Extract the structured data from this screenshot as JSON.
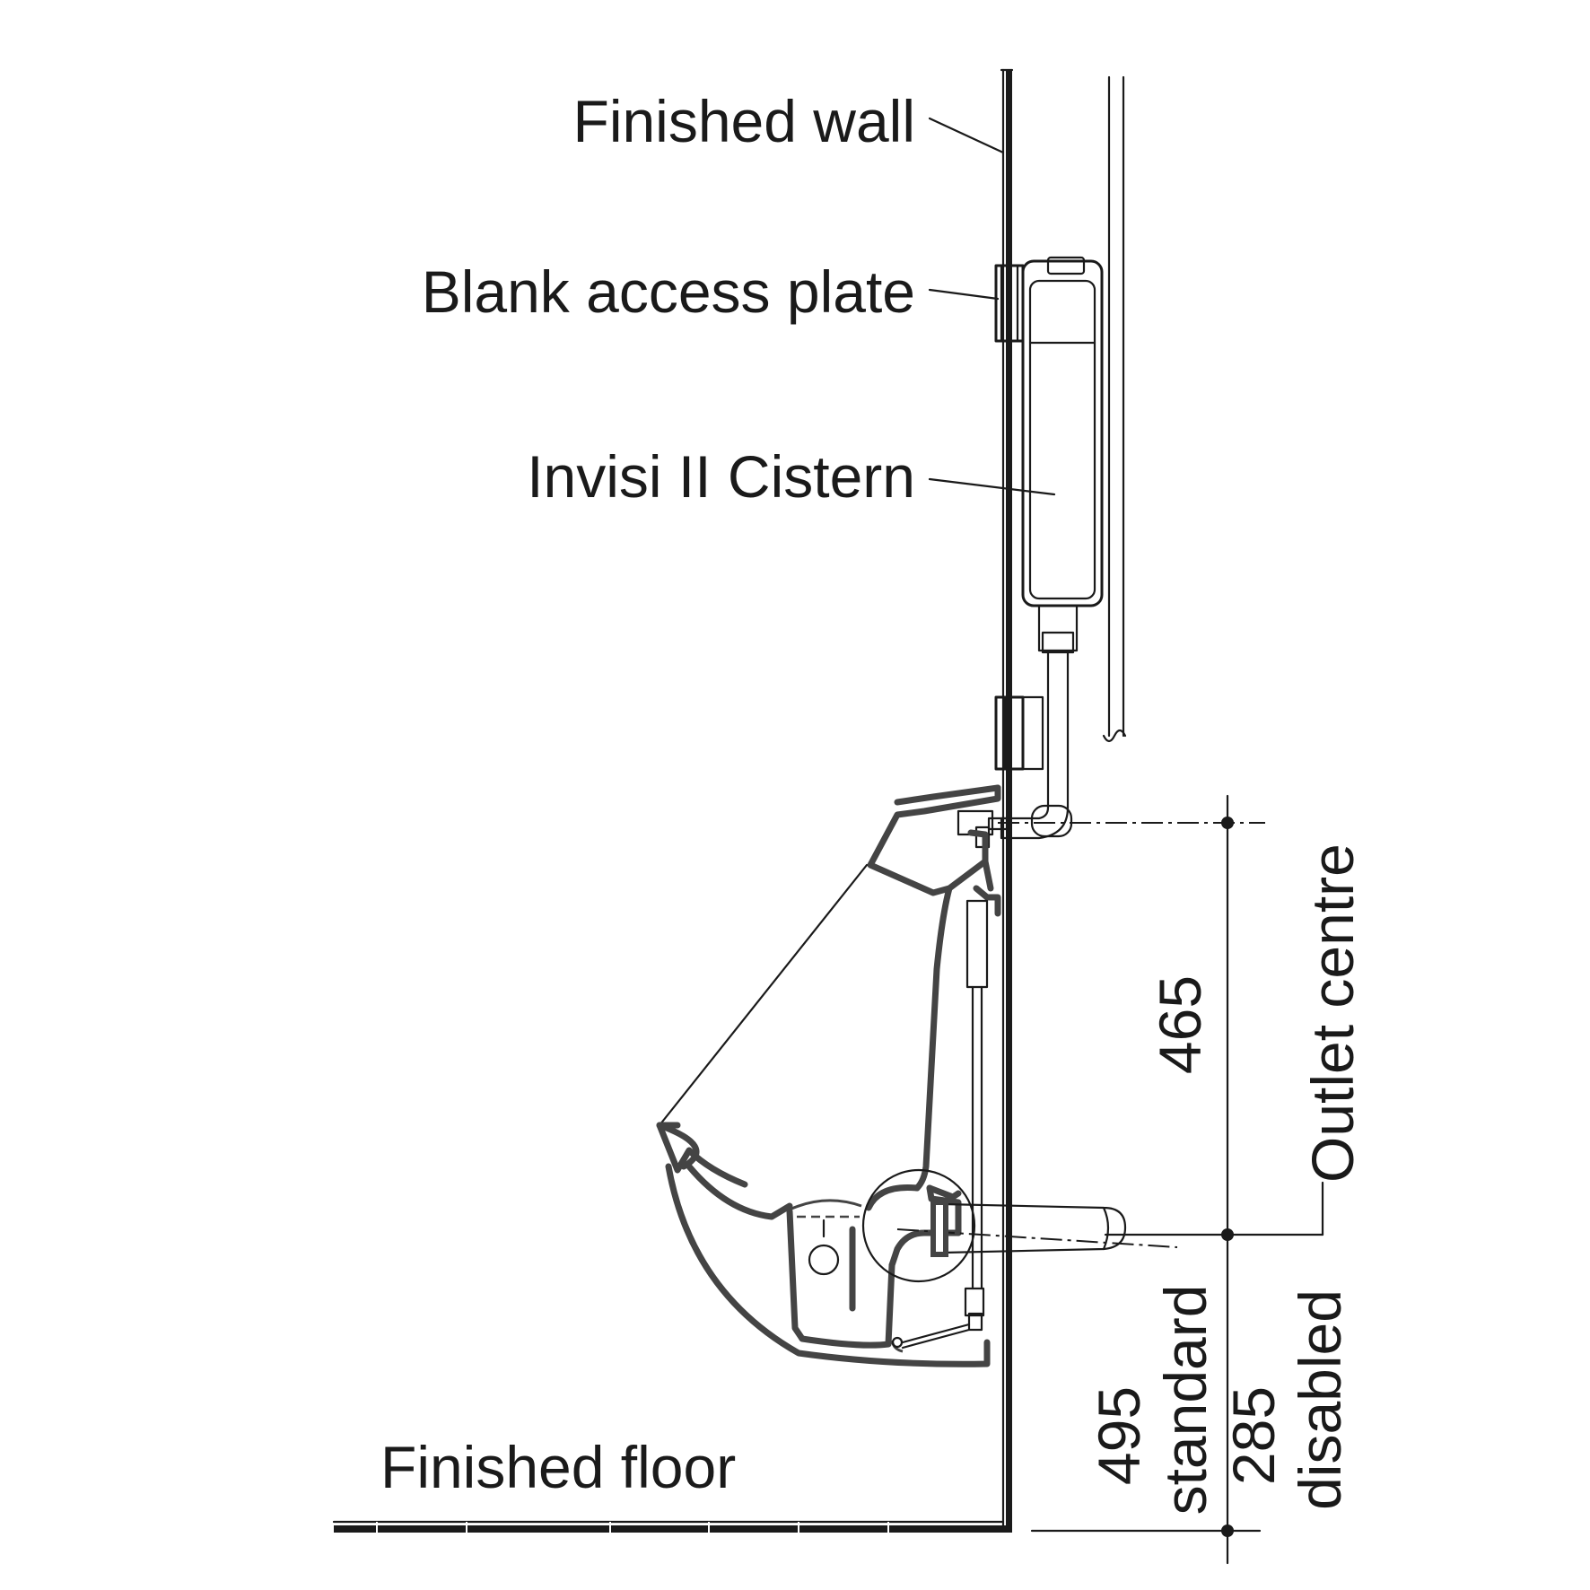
{
  "labels": {
    "finished_wall": "Finished wall",
    "blank_access_plate": "Blank access plate",
    "cistern": "Invisi II Cistern",
    "finished_floor": "Finished floor",
    "outlet_centre": "Outlet centre"
  },
  "dimensions": {
    "upper": "465",
    "standard_value": "495",
    "standard_label": "standard",
    "disabled_value": "285",
    "disabled_label": "disabled"
  }
}
